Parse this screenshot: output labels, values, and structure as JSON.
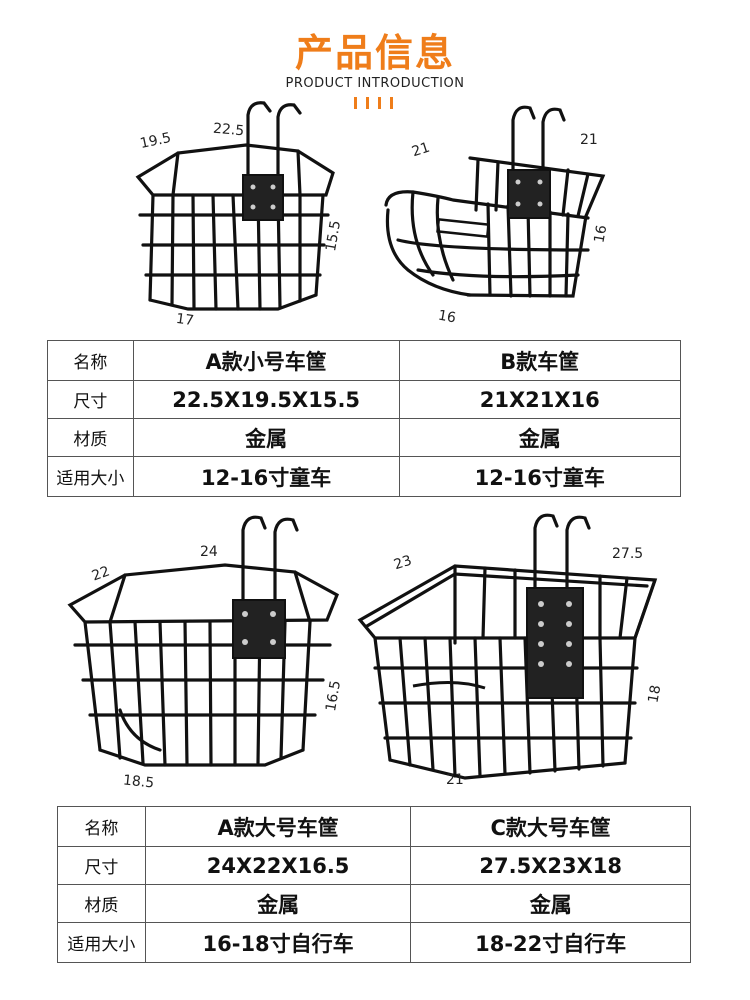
{
  "header": {
    "title": "产品信息",
    "subtitle": "PRODUCT INTRODUCTION",
    "accent_color": "#ef7d1a"
  },
  "products": [
    {
      "dims": [
        "19.5",
        "22.5",
        "15.5",
        "17"
      ],
      "icon": "basket-a-small-icon"
    },
    {
      "dims": [
        "21",
        "21",
        "16",
        "16"
      ],
      "icon": "basket-b-icon"
    },
    {
      "dims": [
        "22",
        "24",
        "16.5",
        "18.5"
      ],
      "icon": "basket-a-large-icon"
    },
    {
      "dims": [
        "23",
        "27.5",
        "18",
        "21"
      ],
      "icon": "basket-c-large-icon"
    }
  ],
  "tables": [
    {
      "rows": [
        {
          "label": "名称",
          "values": [
            "A款小号车筐",
            "B款车筐"
          ]
        },
        {
          "label": "尺寸",
          "values": [
            "22.5X19.5X15.5",
            "21X21X16"
          ]
        },
        {
          "label": "材质",
          "values": [
            "金属",
            "金属"
          ]
        },
        {
          "label": "适用大小",
          "values": [
            "12-16寸童车",
            "12-16寸童车"
          ]
        }
      ]
    },
    {
      "rows": [
        {
          "label": "名称",
          "values": [
            "A款大号车筐",
            "C款大号车筐"
          ]
        },
        {
          "label": "尺寸",
          "values": [
            "24X22X16.5",
            "27.5X23X18"
          ]
        },
        {
          "label": "材质",
          "values": [
            "金属",
            "金属"
          ]
        },
        {
          "label": "适用大小",
          "values": [
            "16-18寸自行车",
            "18-22寸自行车"
          ]
        }
      ]
    }
  ]
}
